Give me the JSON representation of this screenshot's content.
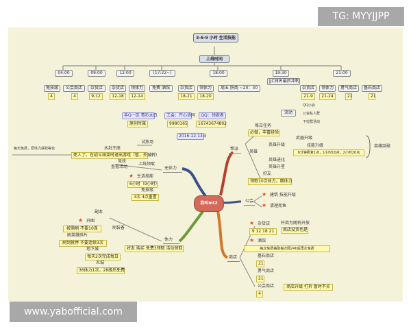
{
  "watermarks": {
    "top_right": "TG: MYYJJPP",
    "bottom_left": "www.yabofficial.com"
  },
  "header": {
    "title": "3-6-9 小时 生活技能",
    "subtitle": "上线时间"
  },
  "timeline": {
    "slots": [
      {
        "time": "04:00",
        "items": [
          {
            "label": "免技级",
            "value": "4"
          },
          {
            "label": "公会商店",
            "value": "4"
          }
        ]
      },
      {
        "time": "09:00",
        "items": [
          {
            "label": "杂货店",
            "value": "9-12"
          }
        ]
      },
      {
        "time": "12:00",
        "items": [
          {
            "label": "杂货店",
            "value": "12-18"
          },
          {
            "label": "领体力",
            "value": "12-14"
          }
        ]
      },
      {
        "time": "(17:22~)",
        "items": [
          {
            "label": "免费 酒馆",
            "value": ""
          }
        ]
      },
      {
        "time": "18:00",
        "items": [
          {
            "label": "杂货店",
            "value": "18-21"
          },
          {
            "label": "领体力",
            "value": "18-20"
          },
          {
            "label": "周五 肝商 ~20：30",
            "value": ""
          }
        ]
      },
      {
        "time": "19:30",
        "items": [
          {
            "label": "JJC排名最后冲刺",
            "value": ""
          }
        ]
      },
      {
        "time": "21:00",
        "items": [
          {
            "label": "杂货店",
            "value": "21-9"
          },
          {
            "label": "领体力",
            "value": "21-24"
          },
          {
            "label": "勇气商店",
            "value": "21"
          },
          {
            "label": "基石商店",
            "value": "21"
          }
        ]
      }
    ]
  },
  "info_badges": [
    {
      "label": "手Q一区  青衫太白",
      "value": "原创所属"
    },
    {
      "label": "工会：齐心协同",
      "value": "9980165"
    },
    {
      "label": "QQ：领歌者",
      "value": "16743674802"
    }
  ],
  "date": "2016-12-13日",
  "center": "我叫mt2",
  "left": {
    "vitality": {
      "label": "无体力",
      "items": [
        "试炼场",
        "水封王座",
        "竞技",
        "查看活动",
        "上线领取",
        "生活技能",
        "免技级"
      ],
      "note_water": "死人了。在战斗结束时退出游戏（暂，外城转）",
      "note_skill": "6小时（9小时）",
      "note_free": "3次 4点重置",
      "side_note": "每天免费，原体力获取等也"
    },
    "stamina": {
      "label": "体力",
      "subs": [
        "副本",
        "开图",
        "刷装备",
        "地下城",
        "炎城"
      ],
      "notes": [
        "按需刷 不要10连",
        "刷英雄碎片",
        "刷到就停 不要连续3次",
        "每天2次完成每日",
        "36体力1次，28级后免费"
      ],
      "center_note": "好友 购买 免费3领取 活动领取"
    }
  },
  "right": {
    "gang": {
      "label": "帮派",
      "items": [
        "每日任务",
        "英雄",
        "英雄升级",
        "武器升级",
        "技能升级",
        "英雄进化",
        "英雄升星",
        "好友",
        "领取10次体力，赠体力"
      ],
      "notes": [
        "必做，丰富经验",
        "6分钟刷复1点，1小时10点，2小时20点"
      ],
      "bracket": "英雄突破"
    },
    "guild": {
      "label": "公会",
      "items": [
        "建筑 技能升级",
        "清理死鱼"
      ]
    },
    "shop": {
      "label": "商店",
      "items": [
        "杂货店",
        "酒馆",
        "基石商店",
        "勇气商店",
        "公会商店"
      ],
      "values": [
        "9 12 18 21",
        "每次免费抽取每次隔24h后再次免费",
        "21",
        "21",
        "4"
      ],
      "notes": [
        "杆商为随机开放",
        "商店没货也是",
        "商店升级 打折 暂时不买"
      ]
    },
    "flow": {
      "label": "流动",
      "items": [
        "QQ小会",
        "公会私人群",
        "下拉群活动"
      ]
    }
  },
  "colors": {
    "canvas": "#f4f2d8",
    "center": "#d46a5a",
    "branch_red": "#b4402e",
    "branch_blue": "#3b4f8a",
    "branch_green": "#6b9a3a",
    "branch_orange": "#d4762a"
  }
}
